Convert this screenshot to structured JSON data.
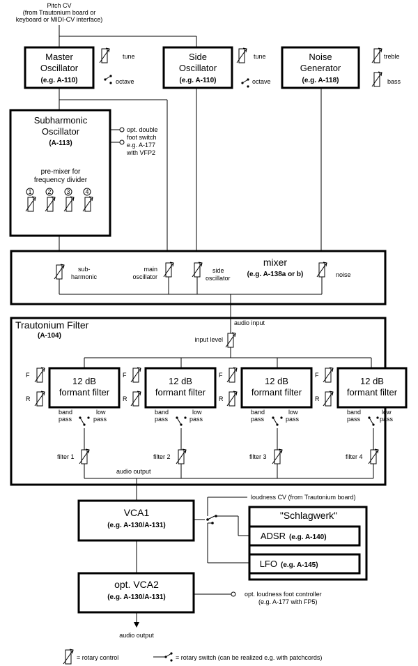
{
  "pitch_cv": {
    "line1": "Pitch CV",
    "line2": "(from Trautonium board or",
    "line3": "keyboard or MIDI-CV interface)"
  },
  "master_osc": {
    "line1": "Master",
    "line2": "Oscillator",
    "model": "(e.g. A-110)",
    "tune": "tune",
    "octave": "octave"
  },
  "side_osc": {
    "line1": "Side",
    "line2": "Oscillator",
    "model": "(e.g. A-110)",
    "tune": "tune",
    "octave": "octave"
  },
  "noise_gen": {
    "line1": "Noise",
    "line2": "Generator",
    "model": "(e.g. A-118)",
    "treble": "treble",
    "bass": "bass"
  },
  "subharmonic": {
    "line1": "Subharmonic",
    "line2": "Oscillator",
    "model": "(A-113)",
    "premixer1": "pre-mixer for",
    "premixer2": "frequency divider",
    "n1": "1",
    "n2": "2",
    "n3": "3",
    "n4": "4",
    "foot1": "opt. double",
    "foot2": "foot switch",
    "foot3": "e.g. A-177",
    "foot4": "with VFP2"
  },
  "mixer": {
    "title": "mixer",
    "model": "(e.g. A-138a or b)",
    "ch1_a": "sub-",
    "ch1_b": "harmonic",
    "ch2_a": "main",
    "ch2_b": "oscillator",
    "ch3_a": "side",
    "ch3_b": "oscillator",
    "ch4": "noise"
  },
  "filter": {
    "title": "Trautonium Filter",
    "model": "(A-104)",
    "audio_input": "audio input",
    "input_level": "input level",
    "audio_output": "audio output",
    "f": "F",
    "r": "R",
    "band_a": "band",
    "band_b": "pass",
    "low_a": "low",
    "low_b": "pass",
    "formant_line1": "12 dB",
    "formant_line2": "formant filter",
    "filter1": "filter 1",
    "filter2": "filter 2",
    "filter3": "filter 3",
    "filter4": "filter 4"
  },
  "vca1": {
    "title": "VCA1",
    "model": "(e.g. A-130/A-131)"
  },
  "loudness_cv": "loudness CV (from Trautonium board)",
  "schlagwerk": {
    "title": "\"Schlagwerk\"",
    "adsr": "ADSR",
    "adsr_model": "(e.g. A-140)",
    "lfo": "LFO",
    "lfo_model": "(e.g. A-145)"
  },
  "vca2": {
    "title": "opt. VCA2",
    "model": "(e.g. A-130/A-131)"
  },
  "loudness_foot1": "opt. loudness foot controller",
  "loudness_foot2": "(e.g. A-177 with FP5)",
  "audio_output_final": "audio output",
  "legend": {
    "rotary_control": "= rotary control",
    "rotary_switch": "= rotary switch (can be realized e.g. with patchcords)"
  }
}
